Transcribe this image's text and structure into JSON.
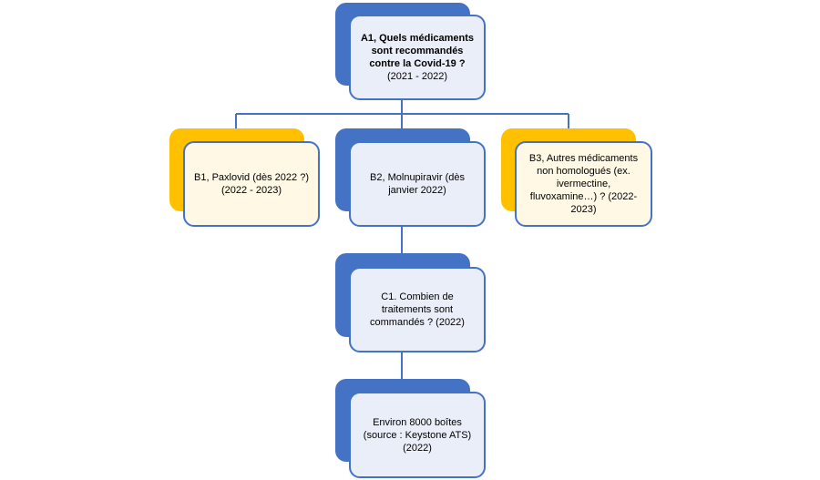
{
  "nodes": {
    "a1": {
      "title": "A1, Quels médicaments sont recommandés contre la Covid-19 ?",
      "period": " (2021 - 2022)"
    },
    "b1": {
      "text": "B1, Paxlovid (dès 2022 ?) (2022 - 2023)"
    },
    "b2": {
      "text": "B2, Molnupiravir (dès janvier 2022)"
    },
    "b3": {
      "text": "B3, Autres médicaments non homologués (ex. ivermectine, fluvoxamine…) ? (2022-2023)"
    },
    "c1": {
      "text": "C1. Combien de traitements sont commandés ? (2022)"
    },
    "d1": {
      "text": "Environ 8000 boîtes (source : Keystone ATS) (2022)"
    }
  },
  "colors": {
    "blue": "#4472c4",
    "gold": "#ffc000",
    "blue_fill": "#eaeef8",
    "gold_fill": "#fff8e5"
  }
}
